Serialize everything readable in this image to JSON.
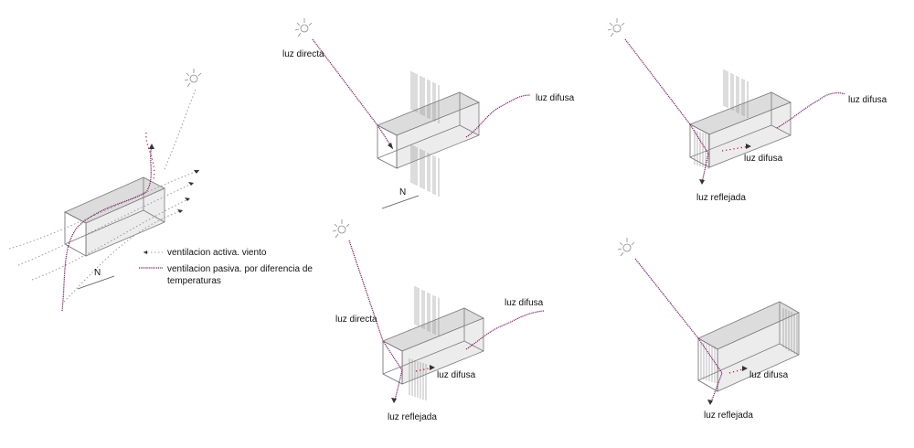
{
  "labels": {
    "luz_directa": "luz directa",
    "luz_difusa": "luz difusa",
    "luz_reflejada": "luz reflejada",
    "north": "N"
  },
  "legend": {
    "activa": "ventilacion activa. viento",
    "pasiva_line1": "ventilacion pasiva. por diferencia de",
    "pasiva_line2": "temperaturas"
  },
  "colors": {
    "ray_red": "#cc0033",
    "ray_blue": "#333399",
    "wind": "#9a9a9a",
    "building_edge": "#7a7a7a"
  }
}
